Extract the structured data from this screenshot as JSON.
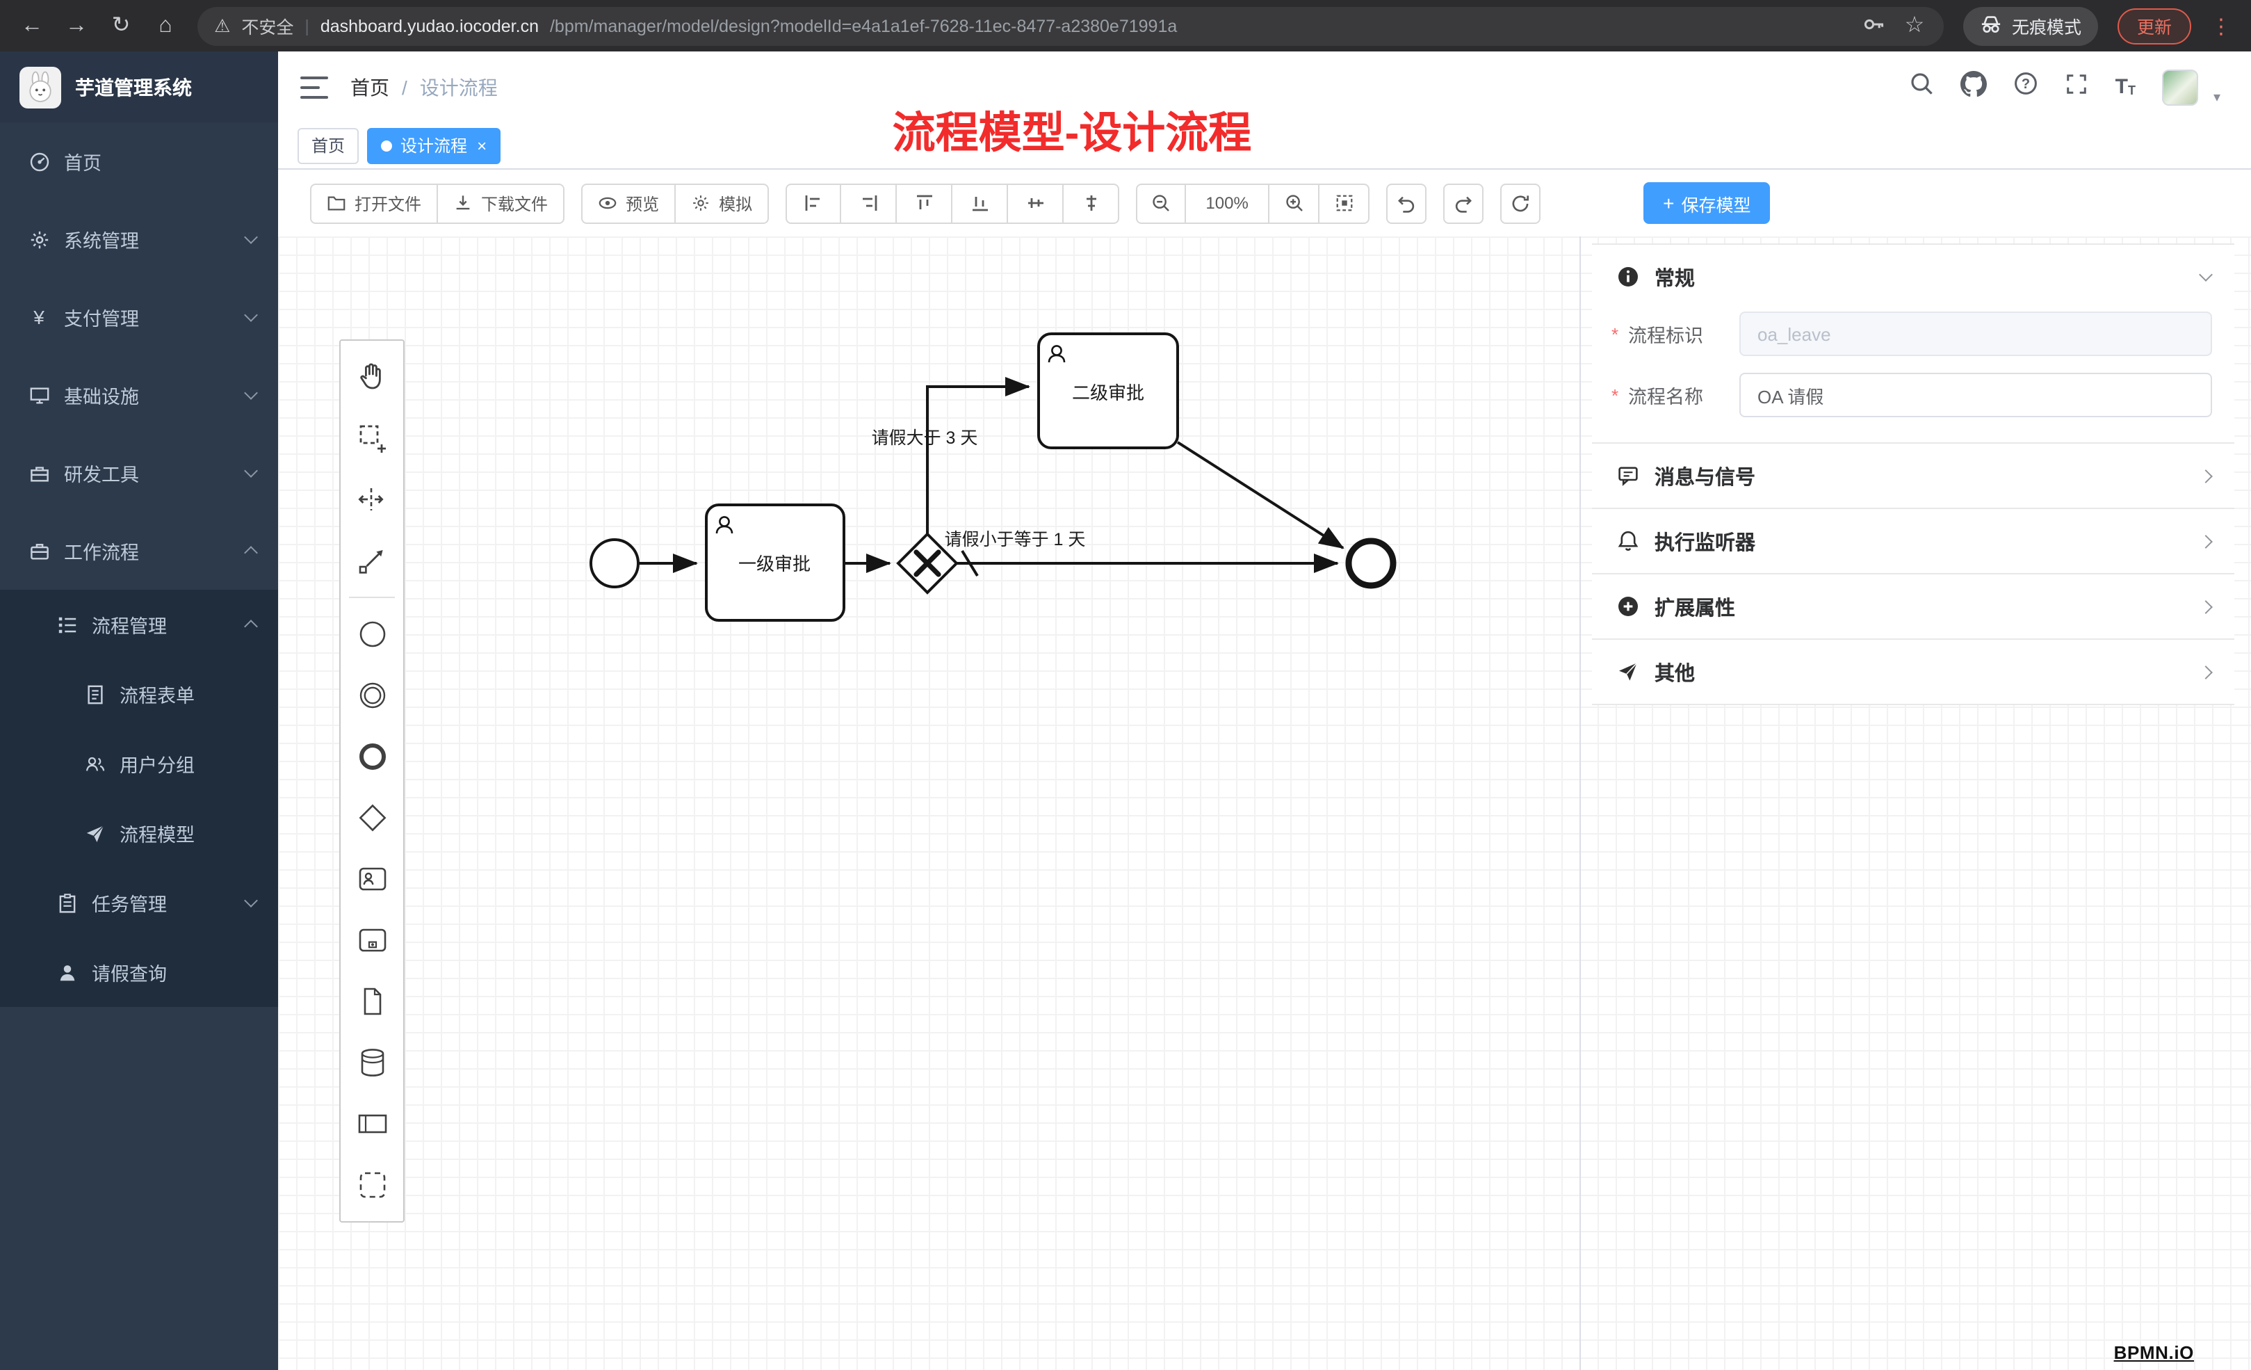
{
  "colors": {
    "accent": "#409eff",
    "annotation_red": "#f22b2b",
    "sidebar_bg": "#2d3a4b",
    "submenu_bg": "#1f2d3d",
    "tab_active": "#409eff"
  },
  "icons": {
    "back": "←",
    "forward": "→",
    "reload": "↻",
    "home": "⌂",
    "warning": "⚠",
    "divider": "|",
    "star": "☆",
    "dots": "⋮",
    "caret": "▾",
    "yen": "¥",
    "help": "?",
    "font": "T",
    "plus": "+",
    "close": "×",
    "slash": "/"
  },
  "browser": {
    "security_label": "不安全",
    "url_host": "dashboard.yudao.iocoder.cn",
    "url_path": "/bpm/manager/model/design?modelId=e4a1a1ef-7628-11ec-8477-a2380e71991a",
    "incognito_label": "无痕模式",
    "update_label": "更新"
  },
  "sidebar": {
    "app_title": "芋道管理系统",
    "items": [
      {
        "label": "首页"
      },
      {
        "label": "系统管理"
      },
      {
        "label": "支付管理"
      },
      {
        "label": "基础设施"
      },
      {
        "label": "研发工具"
      },
      {
        "label": "工作流程"
      },
      {
        "label": "流程管理"
      },
      {
        "label": "流程表单"
      },
      {
        "label": "用户分组"
      },
      {
        "label": "流程模型"
      },
      {
        "label": "任务管理"
      },
      {
        "label": "请假查询"
      }
    ]
  },
  "header": {
    "breadcrumb_home": "首页",
    "breadcrumb_current": "设计流程"
  },
  "annotation": {
    "title": "流程模型-设计流程"
  },
  "tabs": {
    "home": "首页",
    "design": "设计流程"
  },
  "toolbar": {
    "open_file": "打开文件",
    "download_file": "下载文件",
    "preview": "预览",
    "simulate": "模拟",
    "zoom": "100%",
    "save": "保存模型"
  },
  "diagram": {
    "task1": "一级审批",
    "task2": "二级审批",
    "flow_top": "请假大于 3 天",
    "flow_bottom": "请假小于等于 1 天"
  },
  "panel": {
    "sections": [
      {
        "label": "常规"
      },
      {
        "label": "消息与信号"
      },
      {
        "label": "执行监听器"
      },
      {
        "label": "扩展属性"
      },
      {
        "label": "其他"
      }
    ],
    "required_mark": "*",
    "key_label": "流程标识",
    "key_value": "oa_leave",
    "name_label": "流程名称",
    "name_value": "OA 请假"
  },
  "watermark": "BPMN.iO"
}
